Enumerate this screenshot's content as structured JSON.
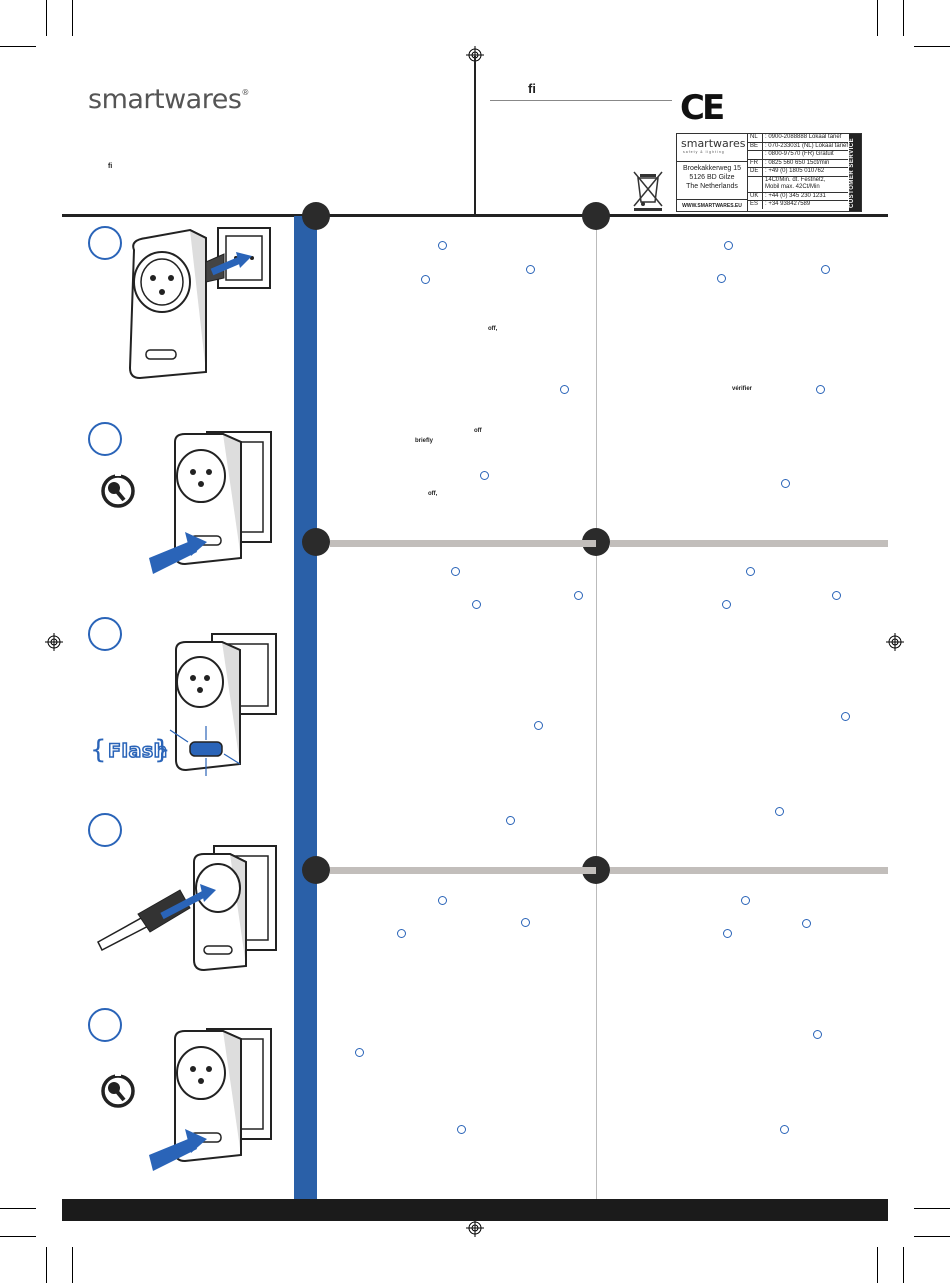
{
  "header": {
    "brand": "smartwares",
    "registered": "®",
    "fi_left": "ﬁ",
    "fi_top": "ﬁ",
    "ce_mark": "CE"
  },
  "customer_service": {
    "brand": "smartwares",
    "tagline": "safety & lighting",
    "address": [
      "Broekakkerweg 15",
      "5126 BD Gilze",
      "The Netherlands"
    ],
    "website": "WWW.SMARTWARES.EU",
    "vertical_label": "CUSTOMER SERVICE",
    "rows": [
      {
        "cc": "NL",
        "text": ": 0900-2088888     Lokaal tarief"
      },
      {
        "cc": "BE",
        "text": ": 070-233031 (NL) Lokaal tarief"
      },
      {
        "cc": "",
        "text": ": 0800-97570  (FR) Gratuit"
      },
      {
        "cc": "FR",
        "text": ": 0825 560 650      15ct/min"
      },
      {
        "cc": "DE",
        "text": ": +49 (0) 1805 010762"
      },
      {
        "cc": "",
        "text": "  14Ct/Min. dt. Festnetz,"
      },
      {
        "cc": "",
        "text": "  Mobil max. 42Ct/Min"
      },
      {
        "cc": "UK",
        "text": ": +44 (0) 345 230 1231"
      },
      {
        "cc": "ES",
        "text": ": +34 938427589"
      }
    ]
  },
  "steps": [
    {
      "id": "step-1"
    },
    {
      "id": "step-2"
    },
    {
      "id": "step-3",
      "label": "Flash"
    },
    {
      "id": "step-4"
    },
    {
      "id": "step-5"
    }
  ],
  "fragments": {
    "off_1": "off,",
    "off_2": "off",
    "briefly": "briefly",
    "off_3": "off,",
    "verifier": "vérifier"
  },
  "colors": {
    "accent_blue": "#2a64b8",
    "band_blue": "#2a60a8",
    "grey_bar": "#c2bebb",
    "dark": "#1b1b1b"
  }
}
